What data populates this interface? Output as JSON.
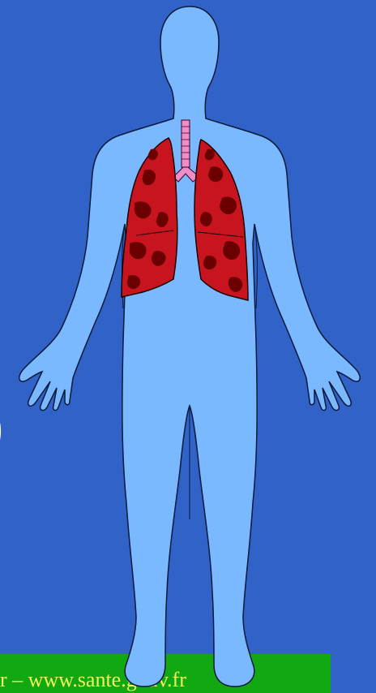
{
  "slide": {
    "partial_text_left": "t)",
    "footer_text": "r – www.sante.gouv.fr",
    "footer_band_color": "#12a812",
    "footer_text_color": "#f2f25a",
    "background_color": "#3062c8"
  },
  "illustration": {
    "subject": "human-body-outline-with-lungs",
    "body_color": "#7ab8ff",
    "lung_color": "#c8141e",
    "lung_dark_color": "#6a0000",
    "trachea_color": "#f08cc8",
    "icon": "lungs-icon"
  }
}
